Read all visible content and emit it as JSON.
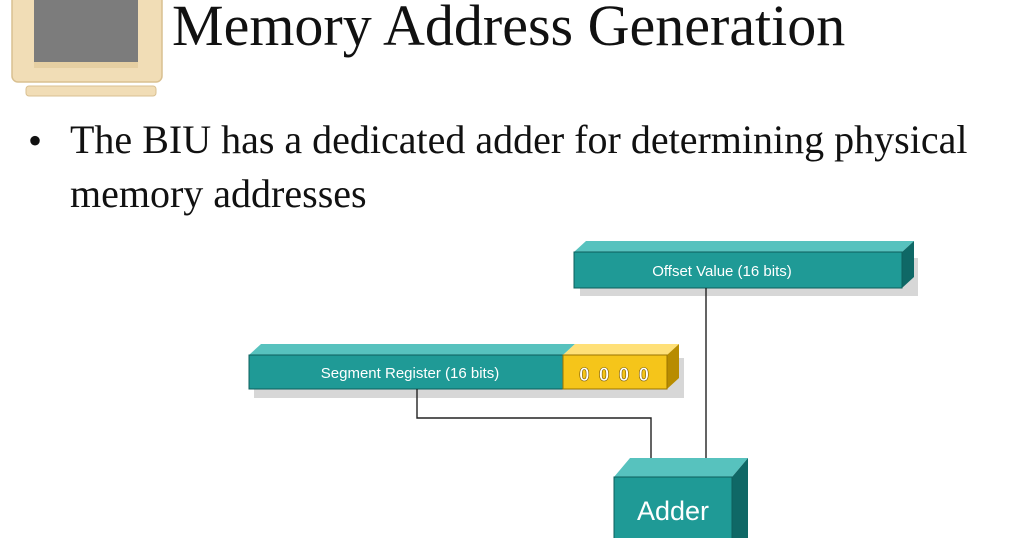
{
  "slide": {
    "title": "Memory Address Generation",
    "bullet": "The BIU has a dedicated adder for determining physical memory addresses",
    "bullet_glyph": "•"
  },
  "diagram": {
    "offset_label": "Offset Value (16 bits)",
    "segment_label": "Segment Register (16 bits)",
    "zeros_label": "0 0 0 0",
    "adder_label": "Adder"
  },
  "colors": {
    "teal_front": "#1f9a96",
    "teal_top": "#57c2be",
    "teal_side": "#0f6866",
    "yellow_front": "#f5c51a",
    "yellow_top": "#ffe078",
    "yellow_side": "#b88c00",
    "connector": "#222222",
    "monitor_frame": "#f1ddb6",
    "monitor_screen": "#7c7c7c"
  },
  "icons": {
    "decoration": "computer-monitor-icon"
  }
}
